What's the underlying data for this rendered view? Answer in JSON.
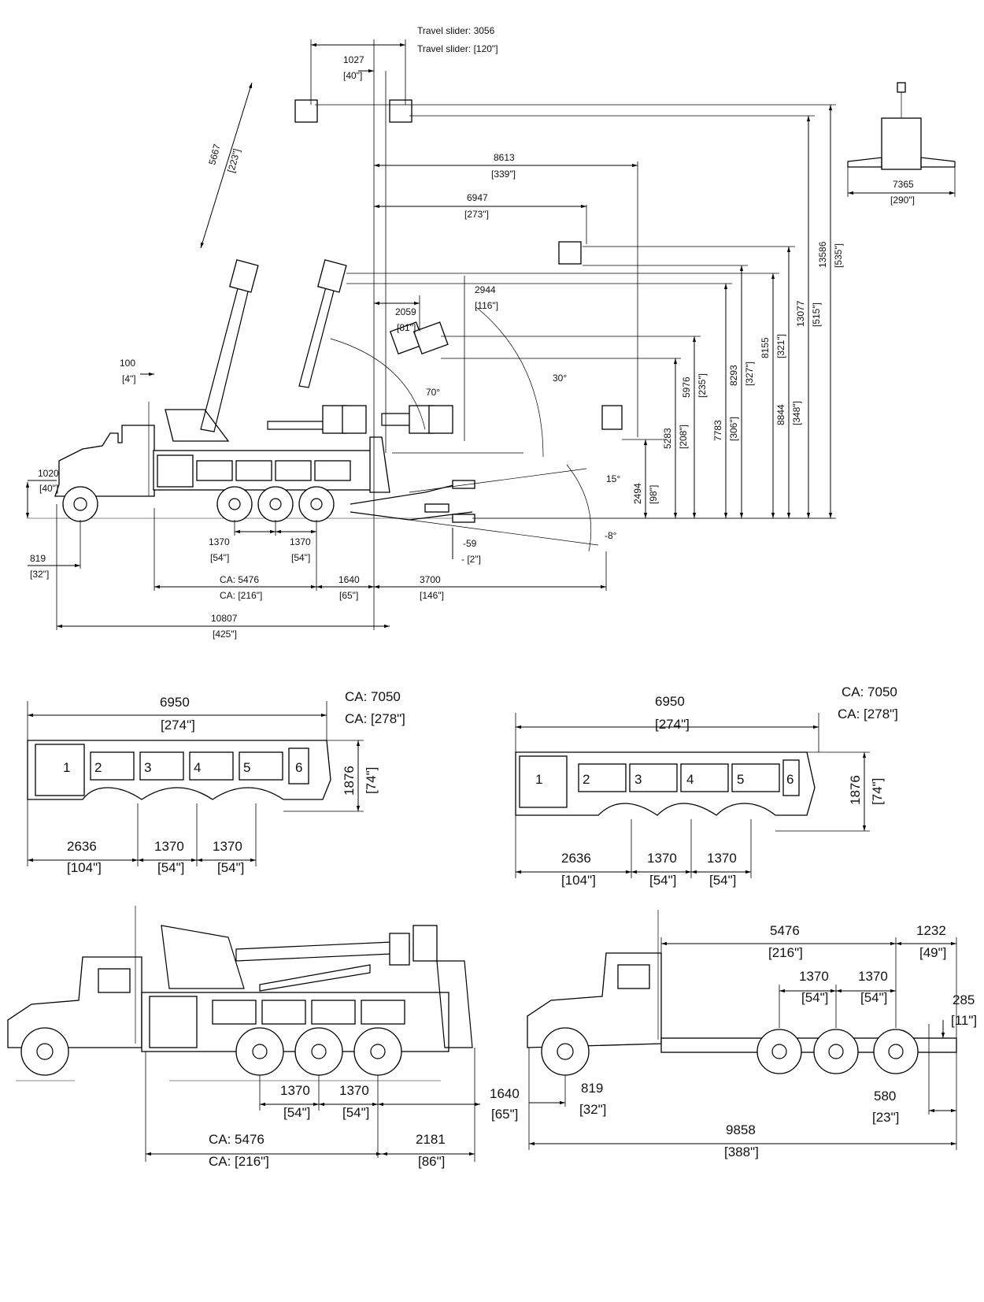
{
  "sheet": {
    "title": "Tow truck rotator - reach, boom and body dimension drawing"
  },
  "top_view": {
    "travel_slider_mm": "Travel slider: 3056",
    "travel_slider_in": "Travel slider:  [120\"]",
    "stow_reach": {
      "mm": "1027",
      "in": "[40\"]"
    },
    "boom_length": {
      "mm": "5667",
      "in": "[223\"]"
    },
    "reach_8613": {
      "mm": "8613",
      "in": "[339\"]"
    },
    "reach_6947": {
      "mm": "6947",
      "in": "[273\"]"
    },
    "reach_2944": {
      "mm": "2944",
      "in": "[116\"]"
    },
    "reach_2059": {
      "mm": "2059",
      "in": "[81\"]"
    },
    "angle_70": "70°",
    "angle_30": "30°",
    "angle_15": "15°",
    "angle_neg8": "-8°",
    "height_2494": {
      "mm": "2494",
      "in": "[98\"]"
    },
    "height_5283": {
      "mm": "5283",
      "in": "[208\"]"
    },
    "height_5976": {
      "mm": "5976",
      "in": "[235\"]"
    },
    "height_7783": {
      "mm": "7783",
      "in": "[306\"]"
    },
    "height_8293": {
      "mm": "8293",
      "in": "[327\"]"
    },
    "height_8155": {
      "mm": "8155",
      "in": "[321\"]"
    },
    "height_8844": {
      "mm": "8844",
      "in": "[348\"]"
    },
    "height_13077": {
      "mm": "13077",
      "in": "[515\"]"
    },
    "height_13586": {
      "mm": "13586",
      "in": "[535\"]"
    },
    "outrigger_span": {
      "mm": "7365",
      "in": "[290\"]"
    },
    "stack_offset": {
      "mm": "100",
      "in": "[4\"]"
    },
    "frame_height": {
      "mm": "1020",
      "in": "[40\"]"
    },
    "front_overhang": {
      "mm": "819",
      "in": "[32\"]"
    },
    "axle_1": {
      "mm": "1370",
      "in": "[54\"]"
    },
    "axle_2": {
      "mm": "1370",
      "in": "[54\"]"
    },
    "ca": {
      "mm": "CA: 5476",
      "in": "CA:  [216\"]"
    },
    "rear_1640": {
      "mm": "1640",
      "in": "[65\"]"
    },
    "underlift_reach": {
      "mm": "3700",
      "in": "[146\"]"
    },
    "drop_59": {
      "mm": "-59",
      "in": "- [2\"]"
    },
    "overall_length": {
      "mm": "10807",
      "in": "[425\"]"
    }
  },
  "body_left": {
    "length": {
      "mm": "6950",
      "in": "[274\"]"
    },
    "ca": {
      "mm": "CA: 7050",
      "in": "CA:  [278\"]"
    },
    "height": {
      "mm": "1876",
      "in": "[74\"]"
    },
    "front_to_axle": {
      "mm": "2636",
      "in": "[104\"]"
    },
    "axle_1": {
      "mm": "1370",
      "in": "[54\"]"
    },
    "axle_2": {
      "mm": "1370",
      "in": "[54\"]"
    },
    "compartments": [
      "1",
      "2",
      "3",
      "4",
      "5",
      "6"
    ]
  },
  "body_right": {
    "length": {
      "mm": "6950",
      "in": "[274\"]"
    },
    "ca": {
      "mm": "CA: 7050",
      "in": "CA:  [278\"]"
    },
    "height": {
      "mm": "1876",
      "in": "[74\"]"
    },
    "front_to_axle": {
      "mm": "2636",
      "in": "[104\"]"
    },
    "axle_1": {
      "mm": "1370",
      "in": "[54\"]"
    },
    "axle_2": {
      "mm": "1370",
      "in": "[54\"]"
    },
    "compartments": [
      "1",
      "2",
      "3",
      "4",
      "5",
      "6"
    ]
  },
  "truck_left": {
    "axle_1": {
      "mm": "1370",
      "in": "[54\"]"
    },
    "axle_2": {
      "mm": "1370",
      "in": "[54\"]"
    },
    "rear_1640": {
      "mm": "1640",
      "in": "[65\"]"
    },
    "ca": {
      "mm": "CA: 5476",
      "in": "CA:  [216\"]"
    },
    "rear_2181": {
      "mm": "2181",
      "in": "[86\"]"
    }
  },
  "chassis_right": {
    "ca": {
      "mm": "5476",
      "in": "[216\"]"
    },
    "rear_overhang": {
      "mm": "1232",
      "in": "[49\"]"
    },
    "axle_1": {
      "mm": "1370",
      "in": "[54\"]"
    },
    "axle_2": {
      "mm": "1370",
      "in": "[54\"]"
    },
    "frame_height": {
      "mm": "285",
      "in": "[11\"]"
    },
    "front_overhang": {
      "mm": "819",
      "in": "[32\"]"
    },
    "frame_extension": {
      "mm": "580",
      "in": "[23\"]"
    },
    "overall_length": {
      "mm": "9858",
      "in": "[388\"]"
    }
  }
}
